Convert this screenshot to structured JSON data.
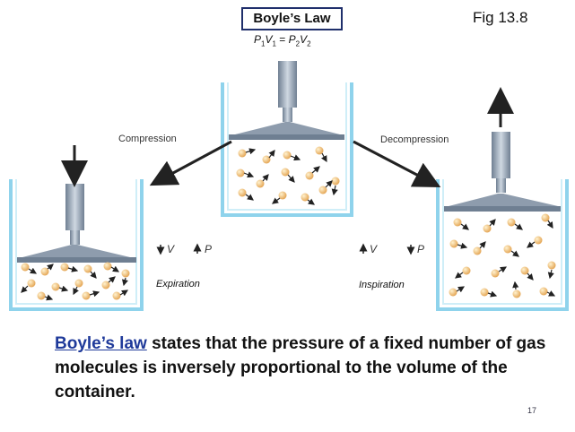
{
  "header": {
    "title": "Boyle’s Law",
    "figure_label": "Fig 13.8",
    "equation": {
      "p1": "P",
      "s1": "1",
      "v1": "V",
      "s2": "1",
      "eq": " = ",
      "p2": "P",
      "s3": "2",
      "v2": "V",
      "s4": "2"
    }
  },
  "diagram": {
    "compression_label": "Compression",
    "decompression_label": "Decompression",
    "left_relation": {
      "v": "V",
      "p": "P"
    },
    "right_relation": {
      "v": "V",
      "p": "P"
    },
    "expiration_label": "Expiration",
    "inspiration_label": "Inspiration",
    "colors": {
      "container": "#8fd3ec",
      "piston": "#9aa8b8",
      "molecule": "#f2c27a",
      "arrow": "#2b2b2b"
    }
  },
  "body": {
    "link_text": "Boyle’s law",
    "text_rest": " states that the pressure of a fixed number of  gas molecules is inversely proportional  to the volume of the container."
  },
  "page_number": "17"
}
